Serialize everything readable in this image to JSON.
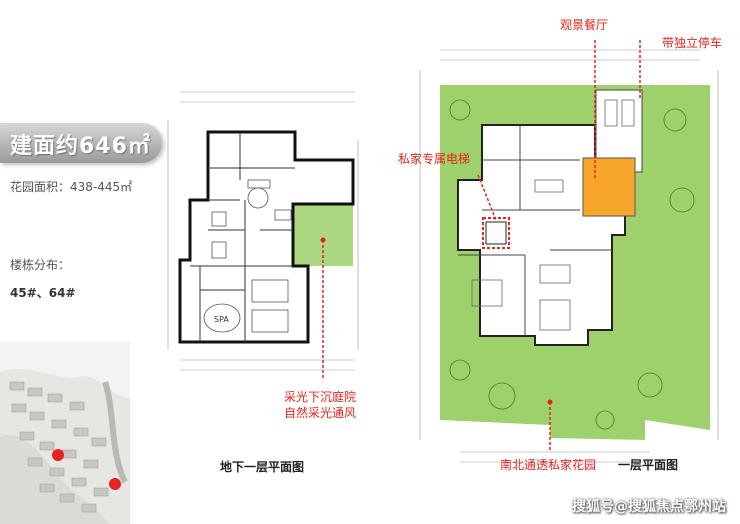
{
  "info": {
    "area_title": "建面约646㎡",
    "garden_line": "花园面积：438-445㎡",
    "buildings_label": "楼栋分布：",
    "buildings_value": "45#、64#"
  },
  "plans": {
    "basement_caption": "地下一层平面图",
    "ground_caption": "一层平面图"
  },
  "annotations": {
    "sunken_courtyard": "采光下沉庭院",
    "natural_light": "自然采光通风",
    "private_elevator": "私家专属电梯",
    "view_dining": "观景餐厅",
    "private_parking": "带独立停车",
    "garden": "南北通透私家花园"
  },
  "rooms": {
    "spa": "SPA"
  },
  "watermark": "搜狐号@搜狐焦点鄂州站",
  "colors": {
    "garden_green": "#9ed16b",
    "dining_orange": "#f7a62b",
    "callout_red": "#e8231d"
  }
}
